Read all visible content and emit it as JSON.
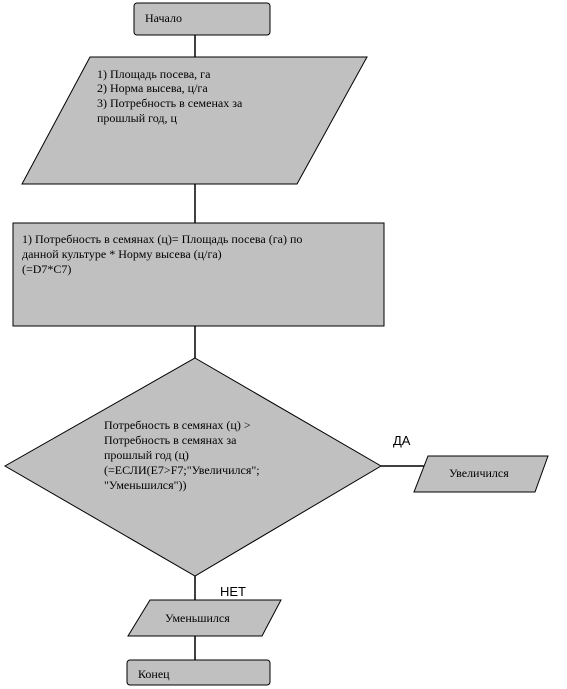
{
  "flowchart": {
    "start_label": "Начало",
    "input_lines": [
      "1) Площадь посева, га",
      "2) Норма высева, ц/га",
      "3) Потребность в семенах за",
      "прошлый год, ц"
    ],
    "process_lines": [
      "1) Потребность в семянах (ц)= Площадь посева (га) по",
      "данной культуре * Норму высева (ц/га)",
      "(=D7*C7)"
    ],
    "decision_lines": [
      "Потребность в семянах (ц) >",
      "Потребность в семянах за",
      "прошлый год (ц)",
      "(=ЕСЛИ(E7>F7;\"Увеличился\";",
      "\"Уменьшился\"))"
    ],
    "yes_label": "ДА",
    "no_label": "НЕТ",
    "yes_output": "Увеличился",
    "no_output": "Уменьшился",
    "end_label": "Конец"
  },
  "colors": {
    "shape_fill": "#c0c0c0",
    "stroke": "#000000"
  }
}
